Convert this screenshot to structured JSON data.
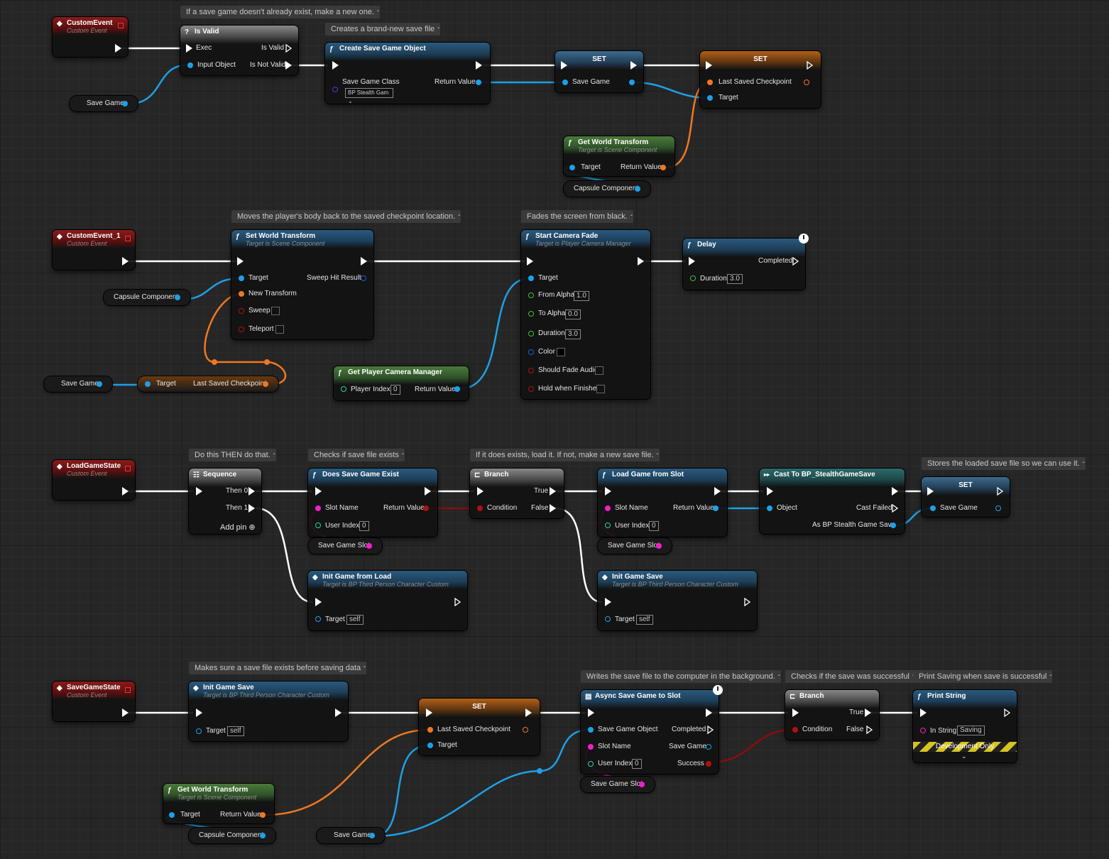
{
  "comments": {
    "c1": "If a save game doesn't already exist, make a new one.",
    "c2": "Creates a brand-new save file",
    "c3": "Moves the player's body back to the saved checkpoint location.",
    "c4": "Fades the screen from black.",
    "c5": "Do this THEN do that.",
    "c6": "Checks if save file exists",
    "c7": "If it does exists, load it. If not, make a new save file.",
    "c8": "Stores the loaded save file so we can use it.",
    "c9": "Makes sure a save file exists before saving data",
    "c10": "Writes the save file to the computer in the background.",
    "c11": "Checks if the save was successful",
    "c12": "Print Saving when save is successful"
  },
  "nodes": {
    "ev1": {
      "title": "CustomEvent",
      "sub": "Custom Event"
    },
    "isvalid": {
      "title": "Is Valid",
      "exec": "Exec",
      "input": "Input Object",
      "valid": "Is Valid",
      "notvalid": "Is Not Valid"
    },
    "createsave": {
      "title": "Create Save Game Object",
      "cls": "Save Game Class",
      "clsval": "BP Stealth Gam",
      "ret": "Return Value"
    },
    "set1": {
      "title": "SET",
      "pin": "Save Game"
    },
    "set2": {
      "title": "SET",
      "pin": "Last Saved Checkpoint",
      "target": "Target"
    },
    "gwt1": {
      "title": "Get World Transform",
      "sub": "Target is Scene Component",
      "target": "Target",
      "ret": "Return Value"
    },
    "ev2": {
      "title": "CustomEvent_1",
      "sub": "Custom Event"
    },
    "swt": {
      "title": "Set World Transform",
      "sub": "Target is Scene Component",
      "target": "Target",
      "newt": "New Transform",
      "sweep": "Sweep",
      "tele": "Teleport",
      "hit": "Sweep Hit Result"
    },
    "getlsc": {
      "target": "Target",
      "lsc": "Last Saved Checkpoint"
    },
    "camfade": {
      "title": "Start Camera Fade",
      "sub": "Target is Player Camera Manager",
      "target": "Target",
      "from": "From Alpha",
      "fromv": "1.0",
      "to": "To Alpha",
      "tov": "0.0",
      "dur": "Duration",
      "durv": "3.0",
      "color": "Color",
      "audio": "Should Fade Audio",
      "hold": "Hold when Finished"
    },
    "gpcm": {
      "title": "Get Player Camera Manager",
      "idx": "Player Index",
      "idxv": "0",
      "ret": "Return Value"
    },
    "delay": {
      "title": "Delay",
      "done": "Completed",
      "dur": "Duration",
      "durv": "3.0"
    },
    "ev3": {
      "title": "LoadGameState",
      "sub": "Custom Event"
    },
    "seq": {
      "title": "Sequence",
      "t0": "Then 0",
      "t1": "Then 1",
      "add": "Add pin"
    },
    "dsge": {
      "title": "Does Save Game Exist",
      "slot": "Slot Name",
      "ret": "Return Value",
      "ui": "User Index",
      "uiv": "0"
    },
    "br1": {
      "title": "Branch",
      "cond": "Condition",
      "t": "True",
      "f": "False"
    },
    "lgfs": {
      "title": "Load Game from Slot",
      "slot": "Slot Name",
      "ret": "Return Value",
      "ui": "User Index",
      "uiv": "0"
    },
    "cast": {
      "title": "Cast To BP_StealthGameSave",
      "obj": "Object",
      "fail": "Cast Failed",
      "as": "As BP Stealth Game Save"
    },
    "set3": {
      "title": "SET",
      "pin": "Save Game"
    },
    "igfl": {
      "title": "Init Game from Load",
      "sub": "Target is BP Third Person Character Custom",
      "target": "Target",
      "self": "self"
    },
    "igs1": {
      "title": "Init Game Save",
      "sub": "Target is BP Third Person Character Custom",
      "target": "Target",
      "self": "self"
    },
    "ev4": {
      "title": "SaveGameState",
      "sub": "Custom Event"
    },
    "igs2": {
      "title": "Init Game Save",
      "sub": "Target is BP Third Person Character Custom",
      "target": "Target",
      "self": "self"
    },
    "set4": {
      "title": "SET",
      "pin": "Last Saved Checkpoint",
      "target": "Target"
    },
    "async": {
      "title": "Async Save Game to Slot",
      "sgo": "Save Game Object",
      "slot": "Slot Name",
      "ui": "User Index",
      "uiv": "0",
      "comp": "Completed",
      "sg": "Save Game",
      "succ": "Success"
    },
    "br2": {
      "title": "Branch",
      "cond": "Condition",
      "t": "True",
      "f": "False"
    },
    "print": {
      "title": "Print String",
      "in": "In String",
      "inv": "Saving",
      "dev": "Development Only"
    },
    "gwt2": {
      "title": "Get World Transform",
      "sub": "Target is Scene Component",
      "target": "Target",
      "ret": "Return Value"
    }
  },
  "vars": {
    "savegame": "Save Game",
    "capsule": "Capsule Component",
    "slot": "Save Game Slot"
  },
  "colors": {
    "exec": "#ffffff",
    "object": "#1ea0e6",
    "struct": "#f07820",
    "string": "#f020c8",
    "bool": "#b01010",
    "int": "#30d0a0",
    "float": "#40c040"
  }
}
